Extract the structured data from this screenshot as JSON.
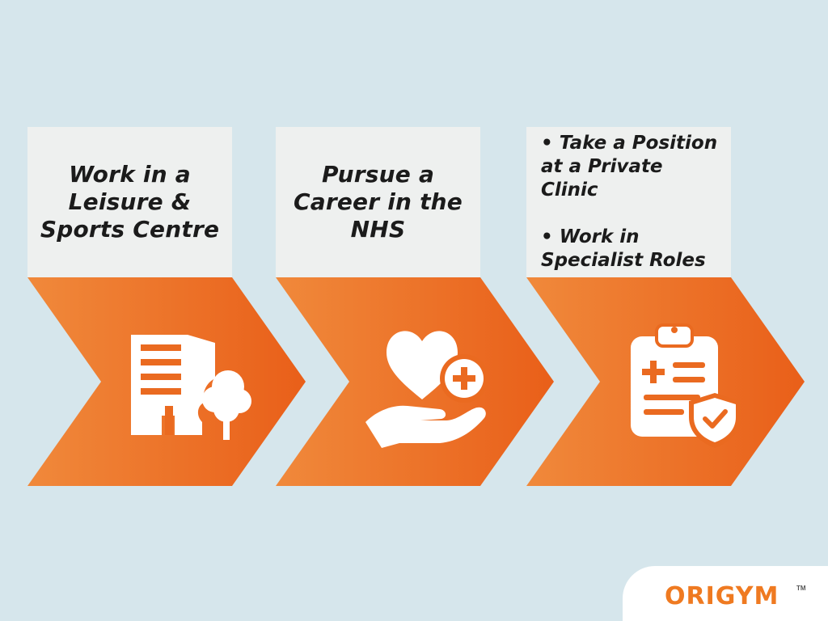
{
  "steps": [
    {
      "title": "Work in a Leisure & Sports Centre",
      "icon": "building-tree-icon"
    },
    {
      "title": "Pursue a Career in the NHS",
      "icon": "heart-hand-plus-icon"
    },
    {
      "items": [
        "• Take a Position at a Private Clinic",
        "• Work in Specialist Roles"
      ],
      "icon": "clipboard-shield-icon"
    }
  ],
  "brand": {
    "logo_text": "ORIGYM",
    "trademark": "TM"
  },
  "colors": {
    "background": "#d6e6ec",
    "card": "#eef0ef",
    "chevron_light": "#f0883a",
    "chevron_dark": "#e9601a",
    "logo": "#ef7a21"
  }
}
